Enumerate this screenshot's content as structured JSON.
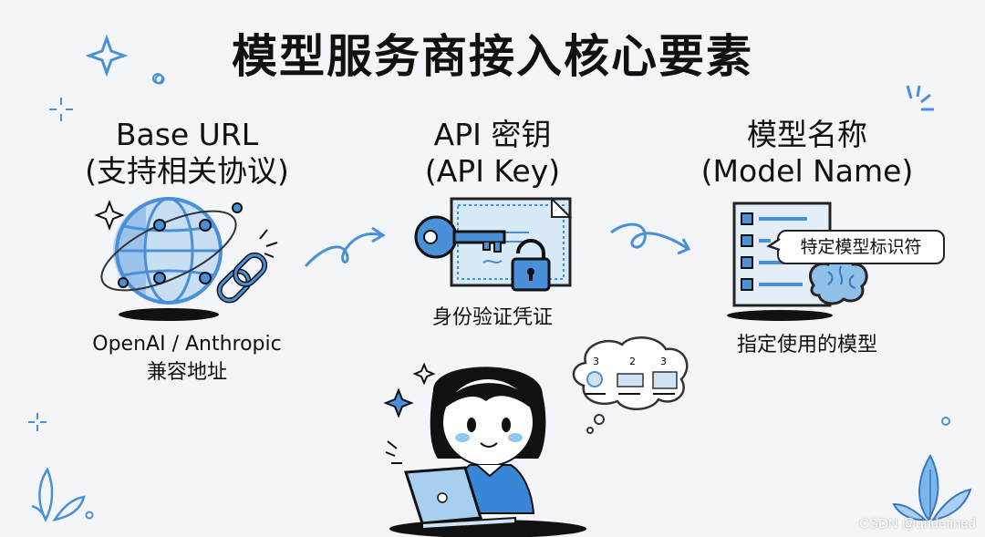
{
  "title": "模型服务商接入核心要素",
  "columns": [
    {
      "heading": "Base URL",
      "subheading": "(支持相关协议)",
      "caption_line1": "OpenAI / Anthropic",
      "caption_line2": "兼容地址",
      "icon": "globe-link-icon"
    },
    {
      "heading": "API 密钥",
      "subheading": "(API Key)",
      "caption_line1": "身份验证凭证",
      "icon": "key-lock-certificate-icon"
    },
    {
      "heading": "模型名称",
      "subheading": "(Model Name)",
      "caption_line1": "指定使用的模型",
      "bubble_label": "特定模型标识符",
      "icon": "model-list-brain-icon"
    }
  ],
  "thought_bubble": {
    "numbers": [
      "3",
      "2",
      "3"
    ]
  },
  "watermark": "CSDN @undefined",
  "colors": {
    "accent": "#4a90d9",
    "light_accent": "#a9cff0",
    "ink": "#1a1a1a",
    "background": "#f3f5f8"
  }
}
